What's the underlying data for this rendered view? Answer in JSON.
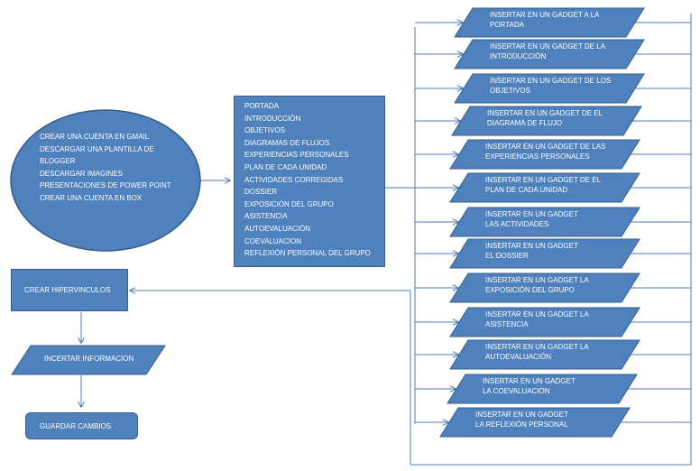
{
  "colors": {
    "fill": "#4f81bd",
    "stroke": "#385d8a",
    "connector": "#4a7ebb",
    "text": "#ffffff"
  },
  "oval": {
    "lines": [
      "CREAR UNA CUENTA EN GMAIL",
      "DESCARGAR UNA PLANTILLA DE",
      "BLOGGER",
      "DESCARGAR IMAGINES",
      "PRESENTACIONES DE POWER POINT",
      "CREAR UNA CUENTA EN BOX"
    ]
  },
  "sections_box": {
    "lines": [
      "PORTADA",
      "INTRODUCCIÓN",
      "OBJETIVOS",
      "DIAGRAMAS DE FLUJOS",
      "EXPERIENCIAS  PERSONALES",
      "PLAN DE CADA UNIDAD",
      "ACTIVIDADES CORREGIDAS",
      "DOSSIER",
      "EXPOSICIÓN DEL  GRUPO",
      "ASISTENCIA",
      "AUTOEVALUACIÓN",
      "COEVALUACION",
      "REFLEXIÓN PERSONAL DEL GRUPO"
    ]
  },
  "gadgets": [
    {
      "line1": "INSERTAR EN UN GADGET A LA",
      "line2": "PORTADA"
    },
    {
      "line1": "INSERTAR EN UN GADGET  DE  LA",
      "line2": "INTRODUCCIÓN"
    },
    {
      "line1": "INSERTAR EN UN GADGET  DE LOS",
      "line2": "OBJETIVOS"
    },
    {
      "line1": "INSERTAR EN UN GADGET  DE  EL",
      "line2": "DIAGRAMA DE FLUJO"
    },
    {
      "line1": "INSERTAR EN UN GADGET  DE LAS",
      "line2": "EXPERIENCIAS  PERSONALES"
    },
    {
      "line1": "INSERTAR EN UN GADGET  DE EL",
      "line2": "PLAN DE CADA UNIDAD"
    },
    {
      "line1": "INSERTAR EN UN GADGET",
      "line2": "LAS ACTIVIDADES"
    },
    {
      "line1": "INSERTAR EN UN GADGET",
      "line2": "EL  DOSSIER"
    },
    {
      "line1": "INSERTAR EN UN GADGET  LA",
      "line2": "EXPOSICIÓN DEL  GRUPO"
    },
    {
      "line1": "INSERTAR EN UN GADGET  LA",
      "line2": "ASISTENCIA"
    },
    {
      "line1": "INSERTAR EN UN GADGET  LA",
      "line2": "AUTOEVALUACIÓN"
    },
    {
      "line1": "INSERTAR EN UN GADGET",
      "line2": "LA COEVALUACION"
    },
    {
      "line1": "INSERTAR EN UN GADGET",
      "line2": "LA REFLEXIÓN PERSONAL"
    }
  ],
  "steps": {
    "hyperlinks": "CREAR HIPERVINCULOS",
    "insert_info": "INCERTAR INFORMACION",
    "save": "GUARDAR CAMBIOS"
  }
}
